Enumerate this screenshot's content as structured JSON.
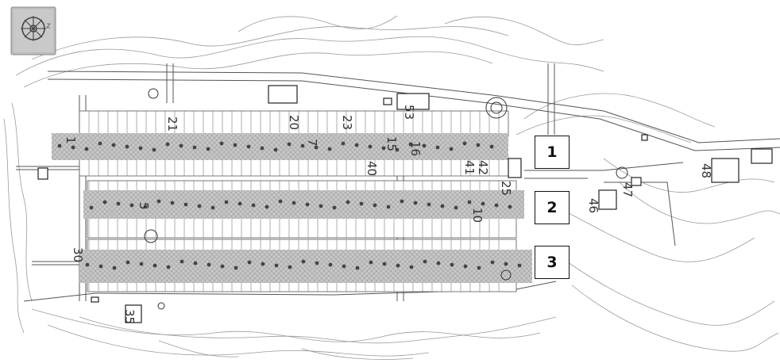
{
  "map": {
    "zones": [
      {
        "label": "1"
      },
      {
        "label": "2"
      },
      {
        "label": "3"
      }
    ],
    "building_numbers": [
      "53",
      "48",
      "47",
      "46",
      "42",
      "41",
      "40",
      "35",
      "30",
      "25",
      "23",
      "21",
      "20",
      "16",
      "15",
      "10",
      "7",
      "5",
      "1"
    ],
    "compass_icon": "compass-rose-icon",
    "colors": {
      "line": "#555555",
      "contour": "#9a9a9a",
      "band_fill": "#bdbdbd",
      "tree": "#444444",
      "label_border": "#111111"
    }
  }
}
